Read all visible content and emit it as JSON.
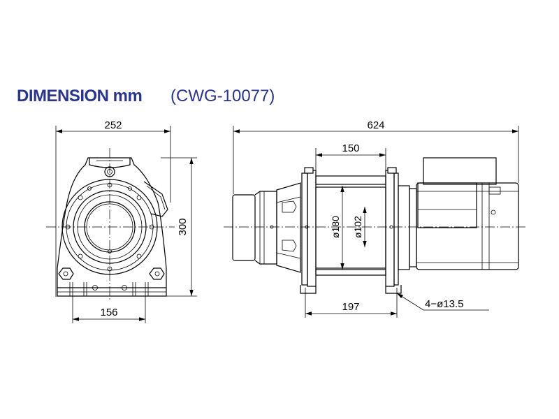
{
  "header": {
    "title": "DIMENSION mm",
    "model": "(CWG-10077)",
    "title_color": "#2a3592"
  },
  "dimensions": {
    "front_width": "252",
    "front_height": "300",
    "front_base": "156",
    "side_length": "624",
    "drum_span": "150",
    "drum_outer_dia": "ø180",
    "drum_inner_dia": "ø102",
    "foot_span": "197",
    "mount_holes": "4−ø13.5"
  }
}
